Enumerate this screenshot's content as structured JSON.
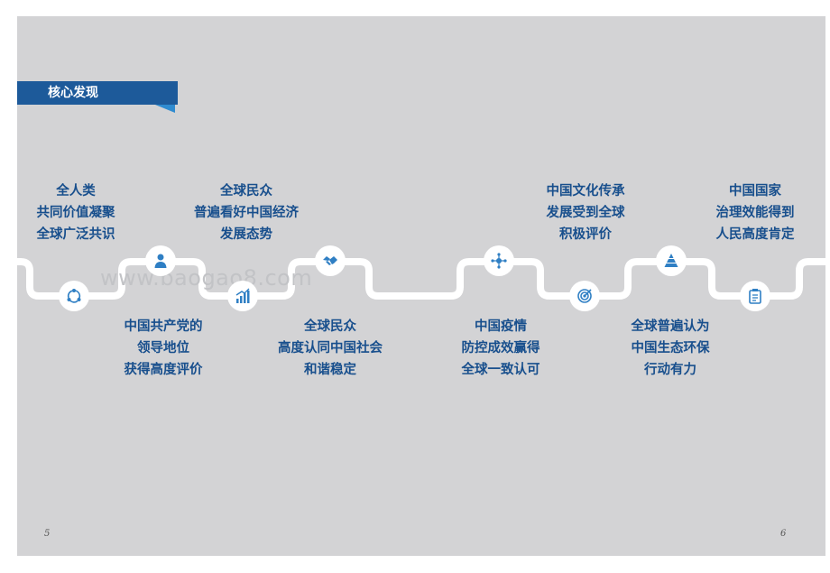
{
  "section_title": "核心发现",
  "watermark": "www.baogao8.com",
  "page_numbers": {
    "left": "5",
    "right": "6"
  },
  "findings": [
    {
      "lines": [
        "全人类",
        "共同价值凝聚",
        "全球广泛共识"
      ],
      "icon": "network-loop-icon"
    },
    {
      "lines": [
        "中国共产党的",
        "领导地位",
        "获得高度评价"
      ],
      "icon": "person-icon"
    },
    {
      "lines": [
        "全球民众",
        "普遍看好中国经济",
        "发展态势"
      ],
      "icon": "growth-chart-icon"
    },
    {
      "lines": [
        "全球民众",
        "高度认同中国社会",
        "和谐稳定"
      ],
      "icon": "handshake-icon"
    },
    {
      "lines": [
        "中国疫情",
        "防控成效赢得",
        "全球一致认可"
      ],
      "icon": "hub-nodes-icon"
    },
    {
      "lines": [
        "中国文化传承",
        "发展受到全球",
        "积极评价"
      ],
      "icon": "target-icon"
    },
    {
      "lines": [
        "全球普遍认为",
        "中国生态环保",
        "行动有力"
      ],
      "icon": "pyramid-icon"
    },
    {
      "lines": [
        "中国国家",
        "治理效能得到",
        "人民高度肯定"
      ],
      "icon": "clipboard-icon"
    }
  ]
}
